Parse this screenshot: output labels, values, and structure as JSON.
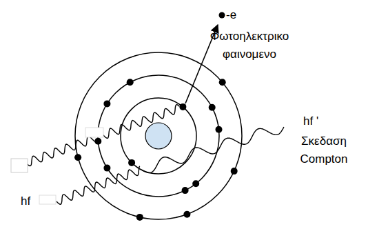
{
  "diagram": {
    "labels": [
      "-e",
      "Φωτοηλεκτρικο φαινομενο",
      "hf '",
      "Σκεδαση Compton",
      "hf"
    ]
  }
}
